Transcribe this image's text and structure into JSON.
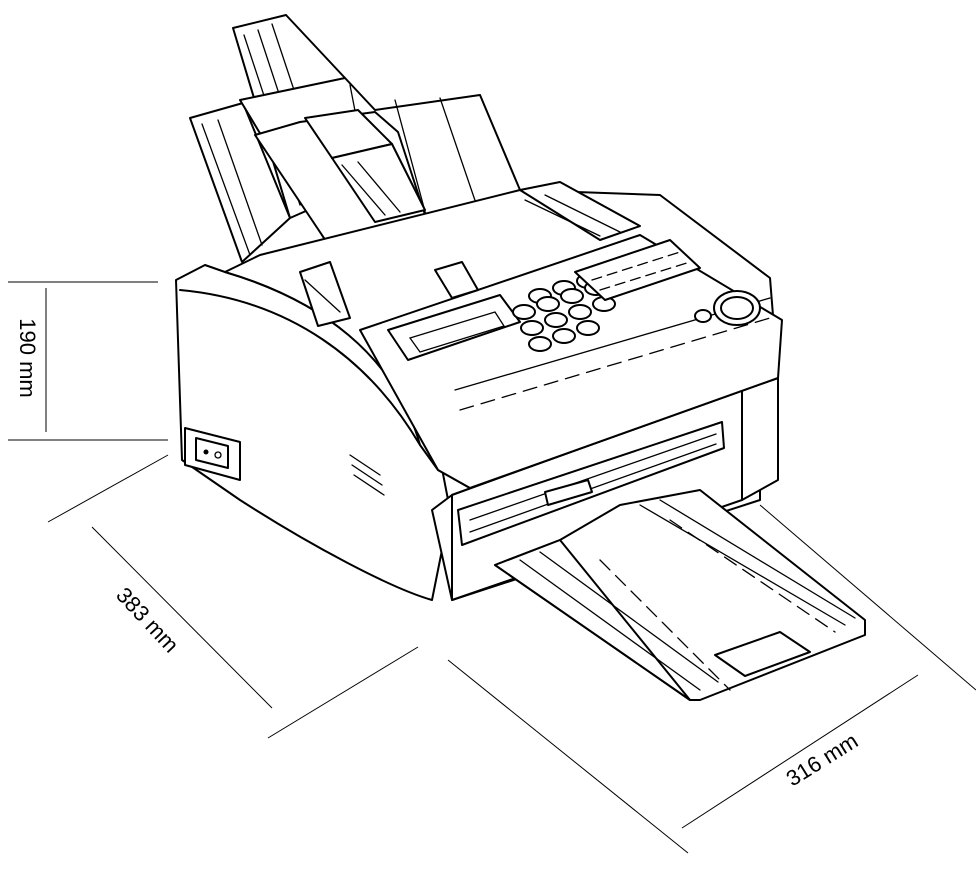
{
  "figure": {
    "subject_icon": "fax-machine-icon",
    "dimensions": {
      "height": "190 mm",
      "depth": "383 mm",
      "width": "316 mm"
    }
  }
}
